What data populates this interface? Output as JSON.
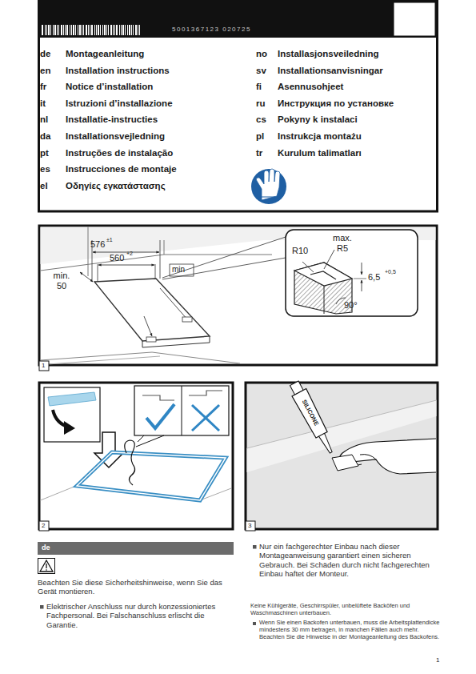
{
  "diagram": {
    "nodes": [
      {
        "text": [
          "5001367123 020725"
        ]
      },
      {
        "text": [
          "de"
        ]
      }
    ],
    "labels": [
      "de",
      "Montageanleitung",
      "en",
      "Installation instructions",
      "fr",
      "Notice d’installation",
      "it",
      "Istruzioni d’installazione",
      "nl",
      "Installatie-instructies",
      "da",
      "Installationsvejledning",
      "pt",
      "Instruções de instalação",
      "es",
      "Instrucciones de montaje",
      "el",
      "Οδηγίες εγκατάστασης",
      "no",
      "Installasjonsveiledning",
      "sv",
      "Installationsanvisningar",
      "fi",
      "Asennusohjeet",
      "ru",
      "Инструкция по установке",
      "cs",
      "Pokyny k instalaci",
      "pl",
      "Instrukcja montażu",
      "tr",
      "Kurulum talimatları",
      "576",
      "±1",
      "560",
      "+2",
      "min. 50",
      "min",
      "R10",
      "max. R5",
      "6,5",
      "+0,5",
      "90°",
      "1",
      "2",
      "3",
      "SILICONE",
      "Beachten Sie diese Sicherheitshinweise, wenn Sie das Gerät montieren.",
      "Elektrischer Anschluss nur durch konzessioniertes Fachpersonal. Bei Falschanschluss erlischt die Garantie.",
      "Nur ein fachgerechter Einbau nach dieser Montageanweisung garantiert einen sicheren Gebrauch. Bei Schäden durch nicht fachgerechten Einbau haftet der Monteur.",
      "Keine Kühlgeräte, Geschirrspüler, unbelüftete Backöfen und Waschmaschinen unterbauen.",
      "Wenn Sie einen Backofen unterbauen, muss die Arbeitsplattendicke mindestens 30 mm betragen, in manchen Fällen auch mehr. Beachten Sie die Hinweise in der Montageanleitung des Backofens.",
      "1"
    ]
  }
}
